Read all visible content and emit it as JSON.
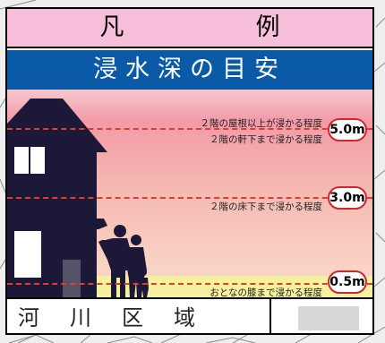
{
  "legend": {
    "title": "凡　例",
    "subtitle": "浸水深の目安"
  },
  "levels": [
    {
      "line1": "２階の屋根以上が浸かる程度",
      "line2": "２階の軒下まで浸かる程度",
      "value": "5.0m"
    },
    {
      "line1": "２階の床下まで浸かる程度",
      "value": "3.0m"
    },
    {
      "line1": "おとなの膝まで浸かる程度",
      "value": "0.5m"
    }
  ],
  "river_area": {
    "label": "河川区域"
  },
  "colors": {
    "title_bg": "#f7bfd9",
    "subtitle_bg": "#0a5aa8",
    "band_top": "#f29aa8",
    "band_mid": "#f5b7b0",
    "band_low": "#f9d3c3",
    "band_bottom": "#f6f19e",
    "dash": "#e23c2f",
    "silhouette": "#1c1838"
  },
  "icons": [
    "house-silhouette-icon",
    "family-silhouette-icon"
  ]
}
